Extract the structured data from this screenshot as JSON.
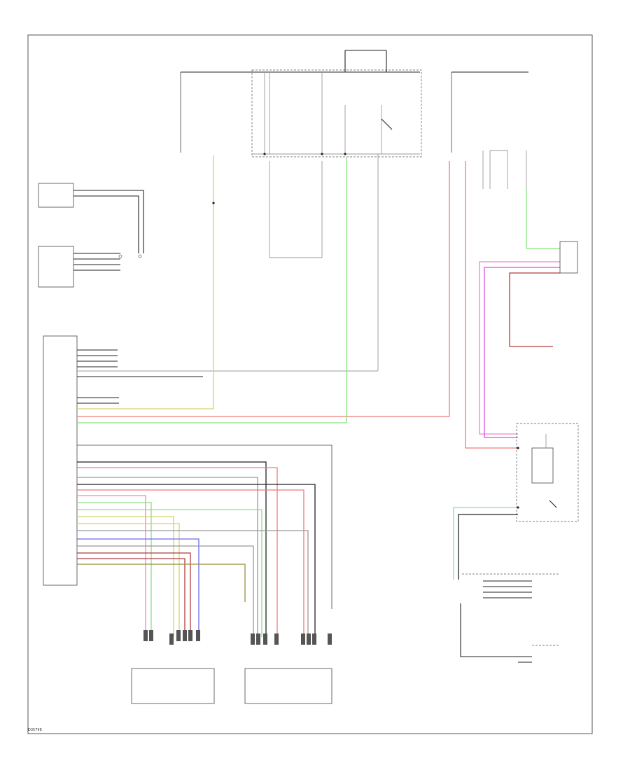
{
  "figure_id": "D35798",
  "colors": {
    "red": "#f07a7a",
    "yellow": "#d7d264",
    "green": "#86e27d",
    "pink": "#f083c8",
    "magenta": "#d94fe0",
    "blue": "#6b6bef",
    "cyan": "#7fd8e8",
    "dark_red": "#b03c3c",
    "black": "#222222",
    "gray": "#9a9a9a",
    "olive": "#9a9040"
  },
  "icons": [
    "ground-symbol",
    "splice-dot",
    "relay-switch",
    "connector-pin"
  ]
}
